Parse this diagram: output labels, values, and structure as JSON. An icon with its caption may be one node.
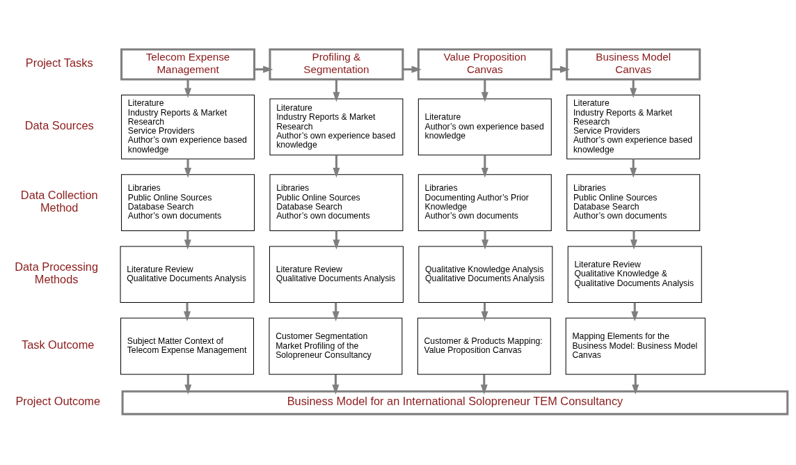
{
  "diagram": {
    "nodes": [
      {
        "text": [
          "Telecom Expense Management"
        ]
      },
      {
        "text": [
          "Profiling & Segmentation"
        ]
      },
      {
        "text": [
          "Value Proposition Canvas"
        ]
      },
      {
        "text": [
          "Business Model Canvas"
        ]
      },
      {
        "text": [
          "Literature",
          "Industry Reports & Market Research",
          "Service Providers",
          "Author’s own experience based knowledge"
        ]
      },
      {
        "text": [
          "Literature",
          "Industry Reports & Market Research",
          "Author’s own experience based knowledge"
        ]
      },
      {
        "text": [
          "Literature",
          "Author’s own experience based knowledge"
        ]
      },
      {
        "text": [
          "Literature",
          "Industry Reports & Market Research",
          "Service Providers",
          "Author’s own experience based knowledge"
        ]
      },
      {
        "text": [
          "Libraries",
          "Public Online Sources",
          "Database Search",
          "Author’s own documents"
        ]
      },
      {
        "text": [
          "Libraries",
          "Public Online Sources",
          "Database Search",
          "Author’s own documents"
        ]
      },
      {
        "text": [
          "Libraries",
          "Documenting Author’s Prior Knowledge",
          "Author’s own documents"
        ]
      },
      {
        "text": [
          "Libraries",
          "Public Online Sources",
          "Database Search",
          "Author’s own documents"
        ]
      },
      {
        "text": [
          "Literature Review",
          "Qualitative Documents Analysis"
        ]
      },
      {
        "text": [
          "Literature Review",
          "Qualitative Documents Analysis"
        ]
      },
      {
        "text": [
          "Qualitative Knowledge Analysis",
          "Qualitative Documents Analysis"
        ]
      },
      {
        "text": [
          "Literature Review",
          "Qualitative Knowledge &",
          "Qualitative Documents Analysis"
        ]
      },
      {
        "text": [
          "Subject Matter Context of Telecom Expense Management"
        ]
      },
      {
        "text": [
          "Customer Segmentation",
          "Market Profiling of the Solopreneur Consultancy"
        ]
      },
      {
        "text": [
          "Customer & Products Mapping: Value Proposition Canvas"
        ]
      },
      {
        "text": [
          "Mapping Elements for the Business Model: Business Model Canvas"
        ]
      },
      {
        "text": [
          "Business Model for an International Solopreneur TEM Consultancy"
        ]
      }
    ],
    "edges": [
      {
        "from": 0,
        "to": 1,
        "arrow": "to"
      },
      {
        "from": 1,
        "to": 2,
        "arrow": "to"
      },
      {
        "from": 2,
        "to": 3,
        "arrow": "to"
      },
      {
        "from": 0,
        "to": 4,
        "arrow": "to"
      },
      {
        "from": 1,
        "to": 5,
        "arrow": "to"
      },
      {
        "from": 2,
        "to": 6,
        "arrow": "to"
      },
      {
        "from": 3,
        "to": 7,
        "arrow": "to"
      },
      {
        "from": 4,
        "to": 8,
        "arrow": "to"
      },
      {
        "from": 5,
        "to": 9,
        "arrow": "to"
      },
      {
        "from": 6,
        "to": 10,
        "arrow": "to"
      },
      {
        "from": 7,
        "to": 11,
        "arrow": "to"
      },
      {
        "from": 8,
        "to": 12,
        "arrow": "to"
      },
      {
        "from": 9,
        "to": 13,
        "arrow": "to"
      },
      {
        "from": 10,
        "to": 14,
        "arrow": "to"
      },
      {
        "from": 11,
        "to": 15,
        "arrow": "to"
      },
      {
        "from": 12,
        "to": 16,
        "arrow": "to"
      },
      {
        "from": 13,
        "to": 17,
        "arrow": "to"
      },
      {
        "from": 14,
        "to": 18,
        "arrow": "to"
      },
      {
        "from": 15,
        "to": 19,
        "arrow": "to"
      },
      {
        "from": 16,
        "to": 20,
        "arrow": "to"
      },
      {
        "from": 17,
        "to": 20,
        "arrow": "to"
      },
      {
        "from": 18,
        "to": 20,
        "arrow": "to"
      },
      {
        "from": 19,
        "to": 20,
        "arrow": "to"
      }
    ],
    "labels": [
      "Project Tasks",
      "Data Sources",
      "Data Collection Method",
      "Data Processing Methods",
      "Task Outcome",
      "Project Outcome"
    ]
  }
}
